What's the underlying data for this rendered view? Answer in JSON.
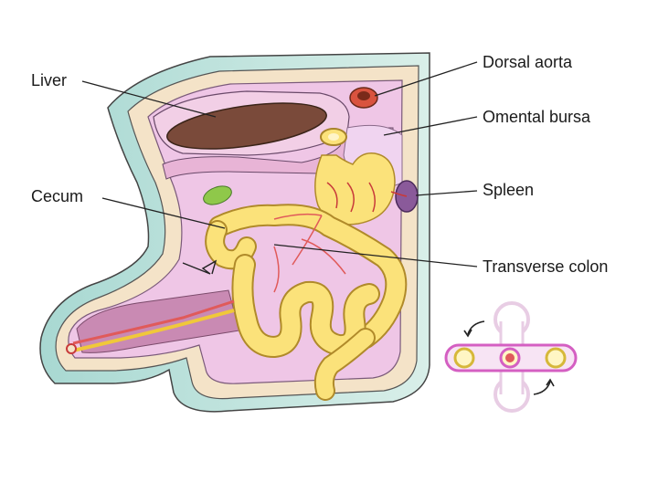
{
  "labels": {
    "liver": "Liver",
    "cecum": "Cecum",
    "dorsal_aorta": "Dorsal aorta",
    "omental_bursa": "Omental bursa",
    "spleen": "Spleen",
    "transverse_colon": "Transverse colon"
  },
  "colors": {
    "body_wall_outer": "#b8e0dc",
    "body_wall_inner": "#f4e3c8",
    "cavity": "#efc6e6",
    "liver": "#7a4a3a",
    "intestine": "#fbe27a",
    "intestine_outline": "#c9a23a",
    "vessel": "#e05a5a",
    "spleen": "#8a5a9a",
    "gallbladder": "#8fc84a",
    "mesentery": "#f3a6c0",
    "arrow": "#222222",
    "inset_ring": "#d45fc2"
  }
}
